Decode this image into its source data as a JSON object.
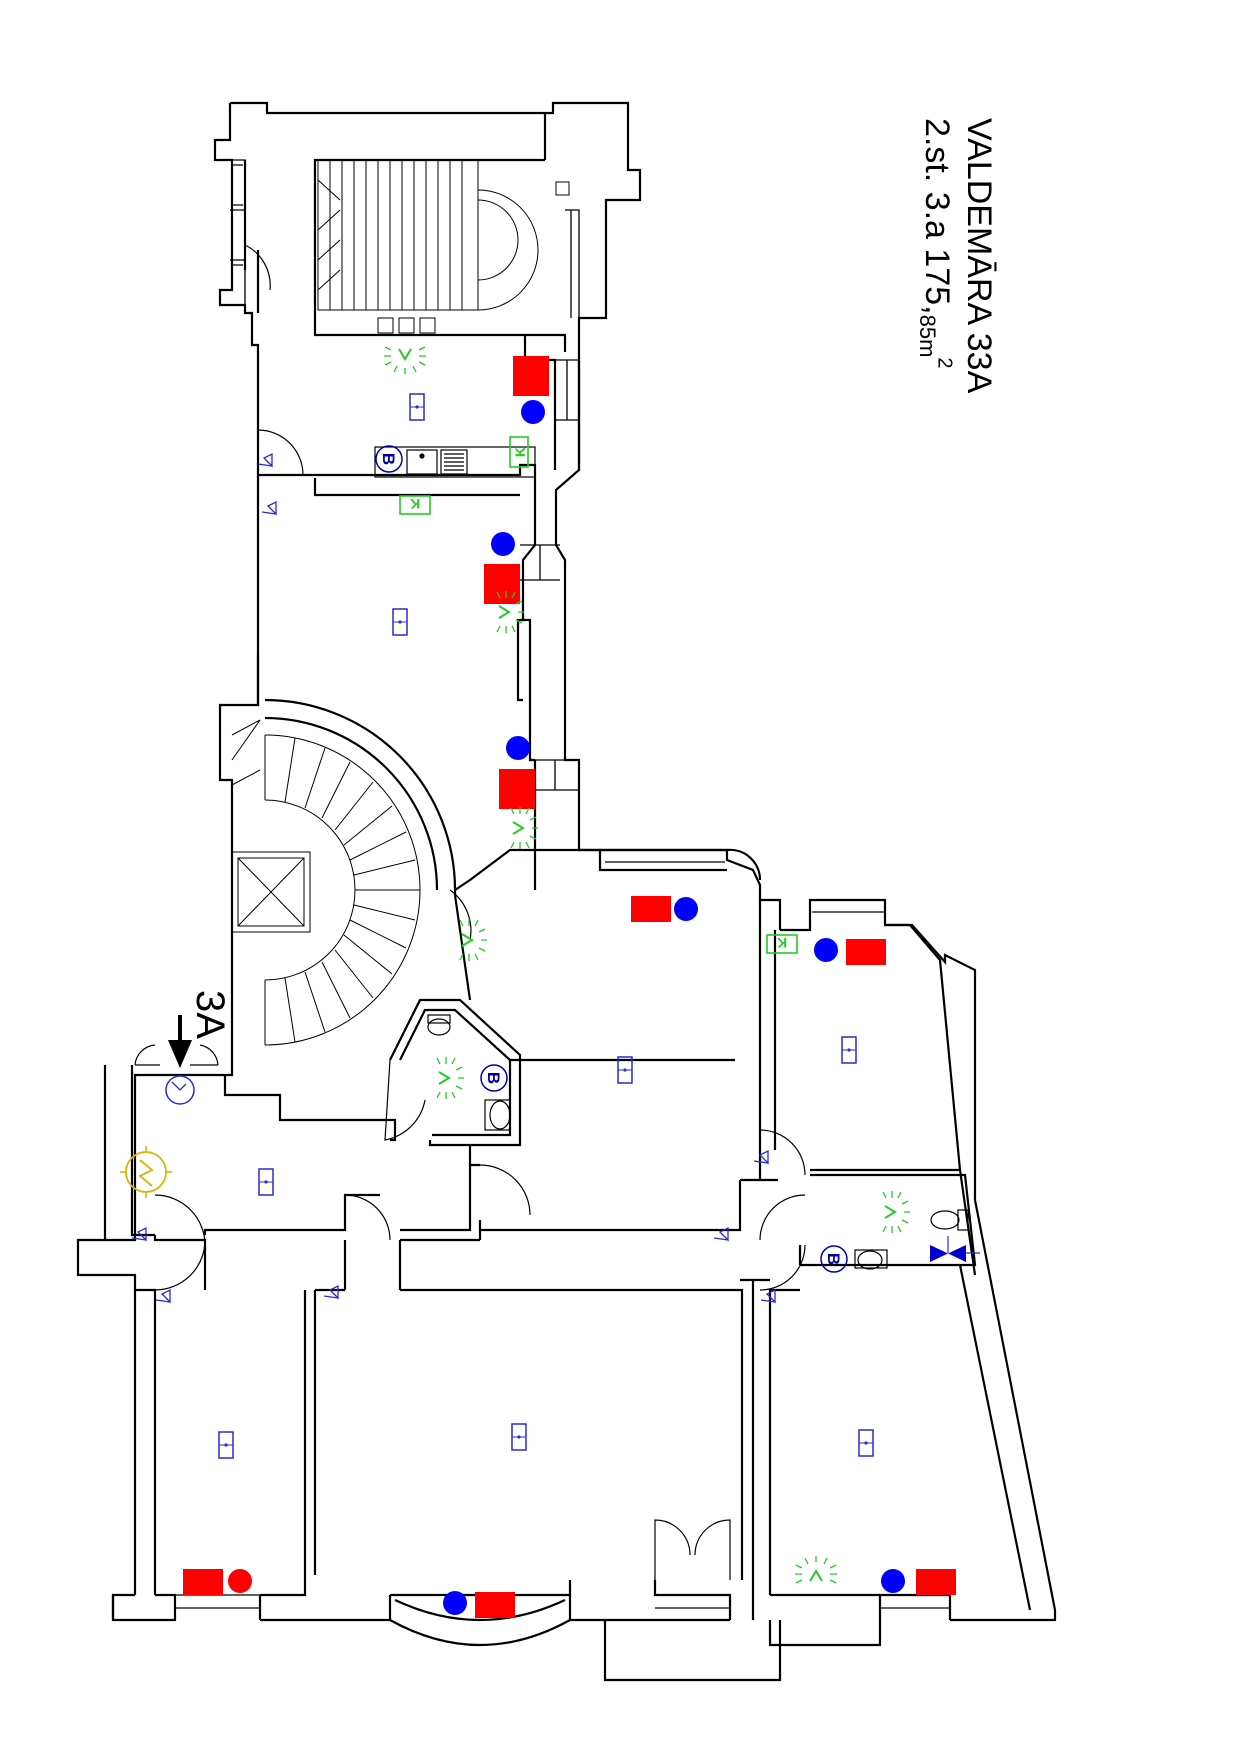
{
  "title": {
    "line1": "VALDEMĀRA 33A",
    "floor": "2.st.",
    "apartment": "3.a",
    "area_main": "175,",
    "area_decimal": "85",
    "area_unit": "m",
    "area_sup": "2"
  },
  "entrance_label": "3A",
  "colors": {
    "wall": "#000000",
    "radiator": "#ff0000",
    "gas_riser": "#0000ff",
    "vent": "#22cc22",
    "symbol": "#2a2ad0",
    "meter": "#d9b300"
  },
  "legend_icons": [
    "radiator-icon",
    "riser-icon",
    "ventilation-icon",
    "socket-icon",
    "boiler-icon",
    "kitchen-vent-icon",
    "door-swing-icon",
    "meter-icon",
    "valve-icon"
  ],
  "symbols": {
    "boiler": "B",
    "kitchen_vent": "K",
    "vent": "V"
  }
}
